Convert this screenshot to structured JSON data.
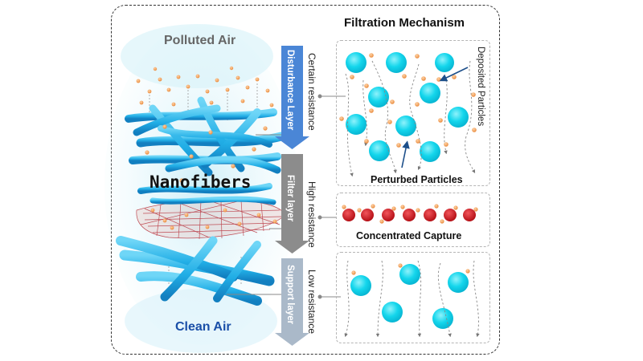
{
  "left": {
    "top_label": "Polluted Air",
    "center_label": "Nanofibers",
    "bottom_label": "Clean Air"
  },
  "layers": [
    {
      "label": "Disturbance Layer",
      "resistance": "Certain resistance",
      "color": "#4a86d6"
    },
    {
      "label": "Filter layer",
      "resistance": "High resistance",
      "color": "#8c8c8c"
    },
    {
      "label": "Support layer",
      "resistance": "Low resistance",
      "color": "#a9b8c8"
    }
  ],
  "mechanism": {
    "title": "Filtration Mechanism",
    "deposited": "Deposited Particles",
    "perturbed": "Perturbed Particles",
    "capture": "Concentrated Capture"
  },
  "colors": {
    "fiber": "#29b8ec",
    "sphere": "#12d8ee",
    "particle": "#f2a15c",
    "captured": "#d1181c",
    "text_blue": "#1a4fa8"
  }
}
